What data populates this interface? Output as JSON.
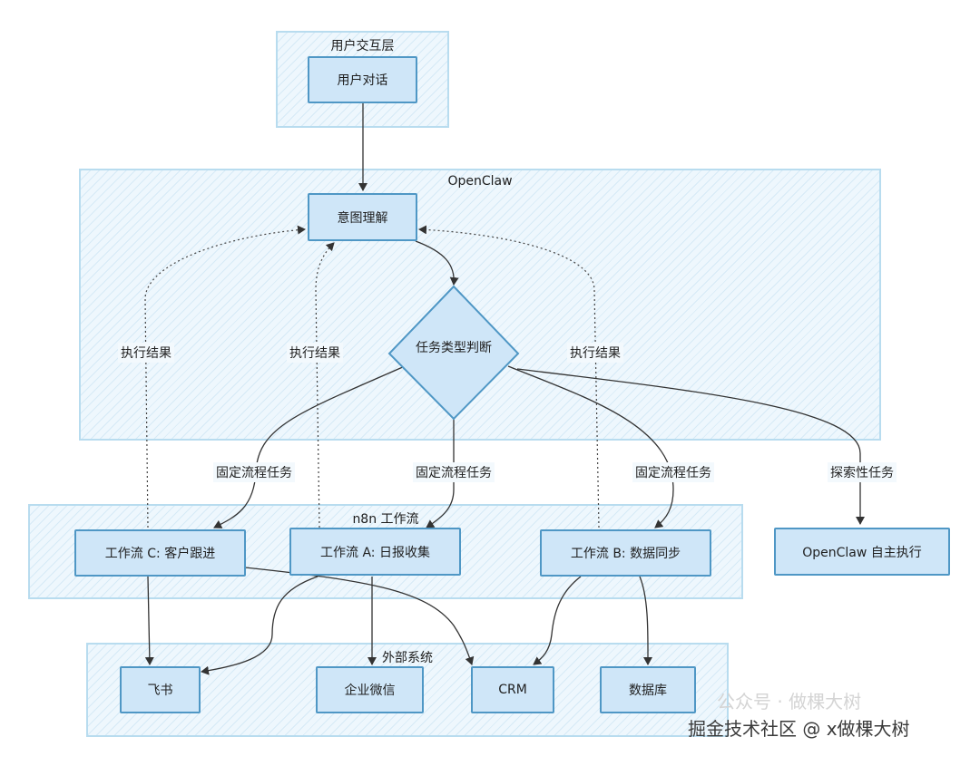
{
  "clusters": {
    "user_layer": "用户交互层",
    "openclaw": "OpenClaw",
    "n8n": "n8n 工作流",
    "external": "外部系统"
  },
  "nodes": {
    "user_dialog": "用户对话",
    "intent": "意图理解",
    "task_type": "任务类型判断",
    "wf_c": "工作流 C: 客户跟进",
    "wf_a": "工作流 A: 日报收集",
    "wf_b": "工作流 B: 数据同步",
    "autonomous": "OpenClaw 自主执行",
    "feishu": "飞书",
    "wecom": "企业微信",
    "crm": "CRM",
    "database": "数据库"
  },
  "edge_labels": {
    "fixed_1": "固定流程任务",
    "fixed_2": "固定流程任务",
    "fixed_3": "固定流程任务",
    "explore": "探索性任务",
    "result_1": "执行结果",
    "result_2": "执行结果",
    "result_3": "执行结果"
  },
  "watermark": {
    "main": "掘金技术社区 @ x做棵大树",
    "faint": "公众号 · 做棵大树"
  },
  "colors": {
    "node_fill": "#cfe6f8",
    "node_border": "#4f97c5",
    "cluster_fill": "#eef7fd",
    "cluster_border": "#b8dcef",
    "edge": "#333333"
  }
}
